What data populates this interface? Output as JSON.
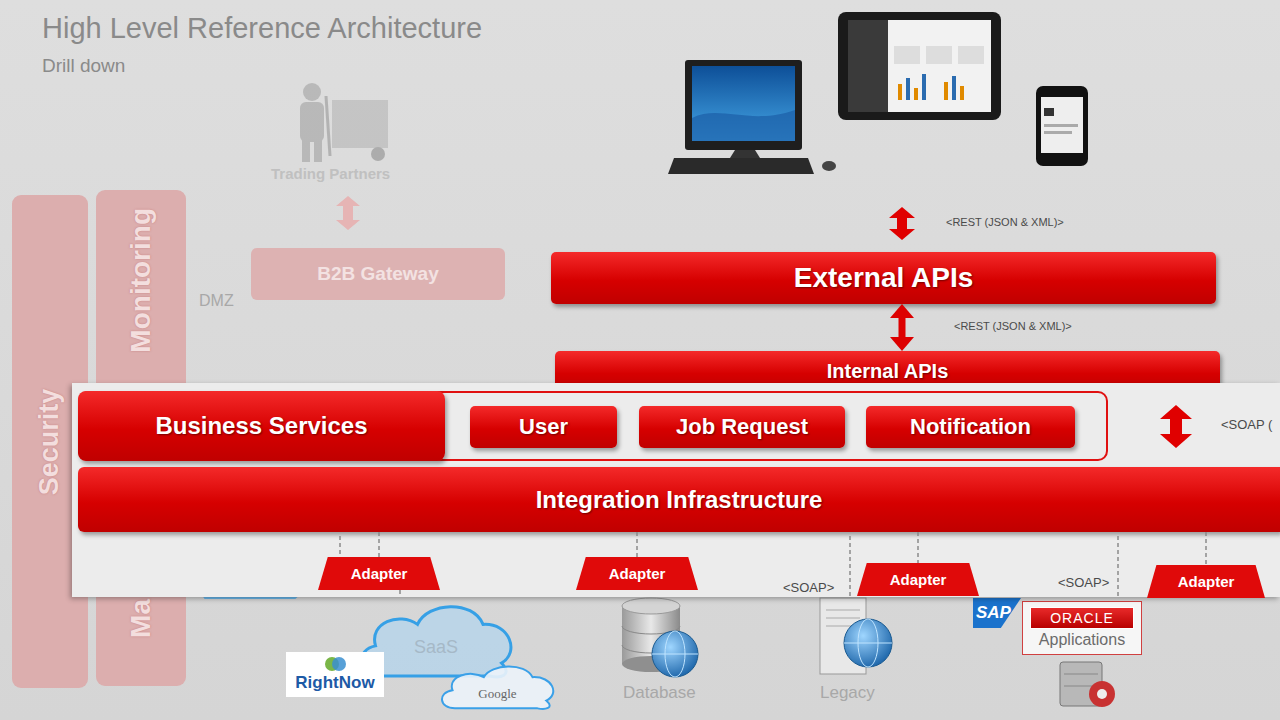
{
  "diagram": {
    "title": "High Level Reference Architecture",
    "nodes": [
      {
        "text": [
          "Security"
        ]
      },
      {
        "text": [
          "Monitoring"
        ]
      },
      {
        "text": [
          "Ma"
        ]
      },
      {
        "text": [
          "B2B Gateway"
        ]
      },
      {
        "text": [
          "External APIs"
        ]
      },
      {
        "text": [
          "Internal APIs"
        ]
      },
      {
        "text": [
          "Business Services"
        ]
      },
      {
        "text": [
          "User"
        ],
        "in": 6
      },
      {
        "text": [
          "Job Request"
        ],
        "in": 6
      },
      {
        "text": [
          "Notification"
        ],
        "in": 6
      },
      {
        "text": [
          "Integration Infrastructure"
        ]
      },
      {
        "text": [
          "Adapter"
        ]
      },
      {
        "text": [
          "Adapter"
        ]
      },
      {
        "text": [
          "Adapter"
        ]
      },
      {
        "text": [
          "Adapter"
        ]
      },
      {
        "text": [
          "SaaS"
        ]
      },
      {
        "text": [
          "RightNow"
        ]
      },
      {
        "text": [
          "Google"
        ]
      },
      {
        "text": [
          "SAP"
        ]
      },
      {
        "text": [
          "ORACLE",
          "Applications"
        ]
      }
    ],
    "edges": [
      {
        "from": 4,
        "to": 5,
        "arrow": "both",
        "label": "<REST (JSON & XML)>"
      },
      {
        "from": 10,
        "to": 11,
        "arrow": "none"
      },
      {
        "from": 10,
        "to": 12,
        "arrow": "none"
      },
      {
        "from": 10,
        "to": 13,
        "arrow": "none"
      },
      {
        "from": 10,
        "to": 14,
        "arrow": "none"
      },
      {
        "from": 11,
        "to": 15,
        "arrow": "none"
      }
    ],
    "labels": [
      "Drill down",
      "Trading Partners",
      "DMZ",
      "<REST (JSON & XML)>",
      "<SOAP (",
      "<SOAP>",
      "<SOAP>",
      "Database",
      "Legacy"
    ]
  }
}
